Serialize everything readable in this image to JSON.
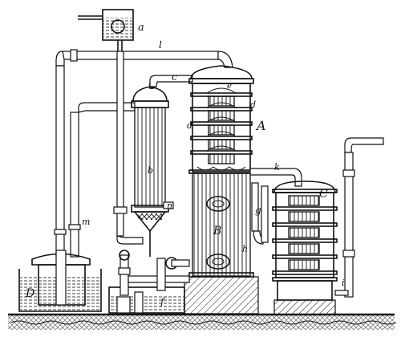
{
  "labels": {
    "a": "a",
    "b": "b",
    "c": "c",
    "d_small_1": "d",
    "d_small_2": "d",
    "e": "e",
    "f": "f",
    "g": "g",
    "h": "h",
    "i": "i",
    "k": "k",
    "l": "l",
    "m": "m",
    "n": "n",
    "A": "A",
    "B": "B",
    "C": "C",
    "D": "D"
  }
}
